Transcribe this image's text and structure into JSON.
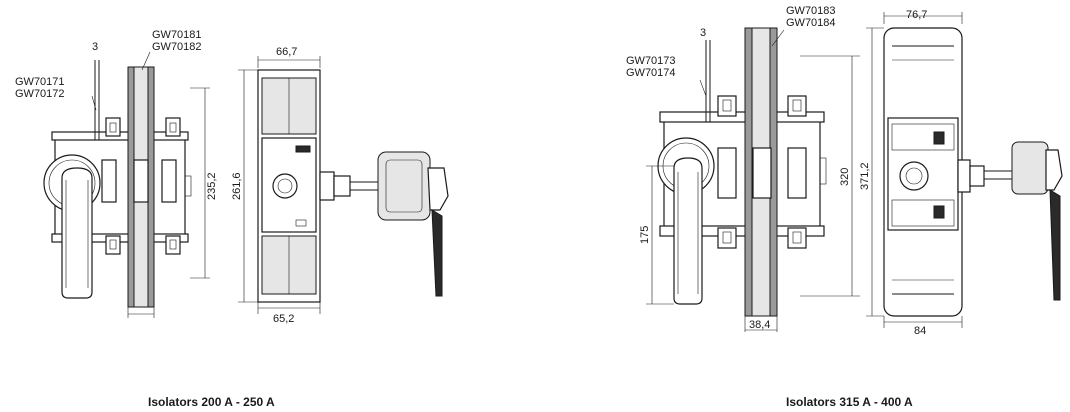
{
  "left": {
    "codes_top": [
      "GW70181",
      "GW70182"
    ],
    "codes_side": [
      "GW70171",
      "GW70172"
    ],
    "dim_3": "3",
    "dim_width_top": "66,7",
    "dim_height_235": "235,2",
    "dim_height_261": "261,6",
    "dim_width_bottom": "65,2",
    "caption": "Isolators 200 A - 250 A"
  },
  "right": {
    "codes_top": [
      "GW70183",
      "GW70184"
    ],
    "codes_side": [
      "GW70173",
      "GW70174"
    ],
    "dim_3": "3",
    "dim_width_top": "76,7",
    "dim_height_320": "320",
    "dim_height_371": "371,2",
    "dim_height_175": "175",
    "dim_bar": "38,4",
    "dim_width_bottom": "84",
    "caption": "Isolators 315 A - 400 A"
  }
}
